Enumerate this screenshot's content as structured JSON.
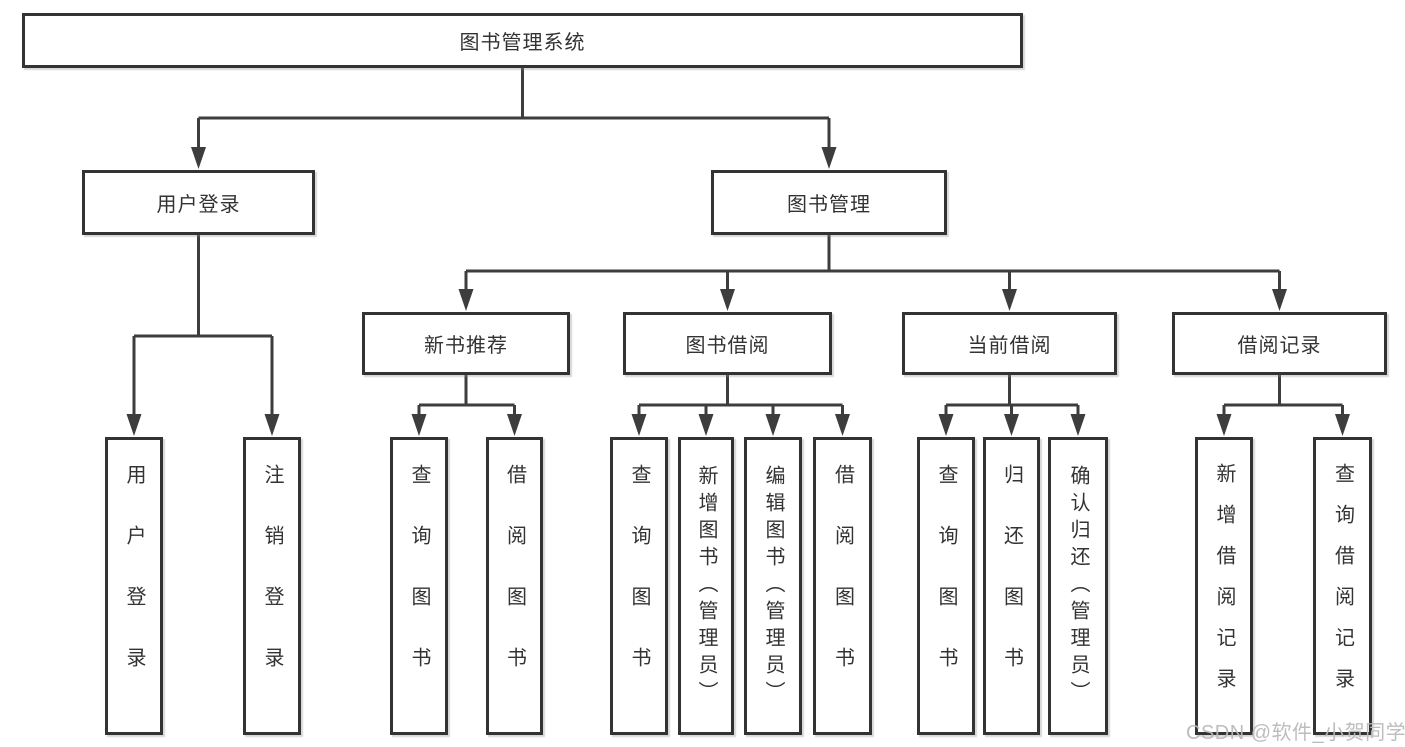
{
  "diagram": {
    "title": "图书管理系统",
    "nodes": [
      {
        "id": "root",
        "label": "图书管理系统",
        "parent": null
      },
      {
        "id": "user-login",
        "label": "用户登录",
        "parent": "root"
      },
      {
        "id": "book-mgmt",
        "label": "图书管理",
        "parent": "root"
      },
      {
        "id": "new-book-rec",
        "label": "新书推荐",
        "parent": "book-mgmt"
      },
      {
        "id": "book-borrow",
        "label": "图书借阅",
        "parent": "book-mgmt"
      },
      {
        "id": "current-borrow",
        "label": "当前借阅",
        "parent": "book-mgmt"
      },
      {
        "id": "borrow-records",
        "label": "借阅记录",
        "parent": "book-mgmt"
      },
      {
        "id": "v-user-login",
        "label": "用户登录",
        "parent": "user-login"
      },
      {
        "id": "v-logout",
        "label": "注销登录",
        "parent": "user-login"
      },
      {
        "id": "v-query-book-1",
        "label": "查询图书",
        "parent": "new-book-rec"
      },
      {
        "id": "v-borrow-book-1",
        "label": "借阅图书",
        "parent": "new-book-rec"
      },
      {
        "id": "v-query-book-2",
        "label": "查询图书",
        "parent": "book-borrow"
      },
      {
        "id": "v-add-book",
        "label": "新增图书（管理员）",
        "parent": "book-borrow"
      },
      {
        "id": "v-edit-book",
        "label": "编辑图书（管理员）",
        "parent": "book-borrow"
      },
      {
        "id": "v-borrow-book-2",
        "label": "借阅图书",
        "parent": "book-borrow"
      },
      {
        "id": "v-query-book-3",
        "label": "查询图书",
        "parent": "current-borrow"
      },
      {
        "id": "v-return-book",
        "label": "归还图书",
        "parent": "current-borrow"
      },
      {
        "id": "v-confirm-return",
        "label": "确认归还（管理员）",
        "parent": "current-borrow"
      },
      {
        "id": "v-add-borrow-record",
        "label": "新增借阅记录",
        "parent": "borrow-records"
      },
      {
        "id": "v-query-borrow-record",
        "label": "查询借阅记录",
        "parent": "borrow-records"
      }
    ]
  },
  "watermark": {
    "text": "CSDN @软件_小贺同学"
  },
  "colors": {
    "line": "#3d3d3d",
    "box_border": "#333333",
    "box_background": "#ffffff",
    "text": "#333333",
    "watermark": "#b9b9b9"
  }
}
